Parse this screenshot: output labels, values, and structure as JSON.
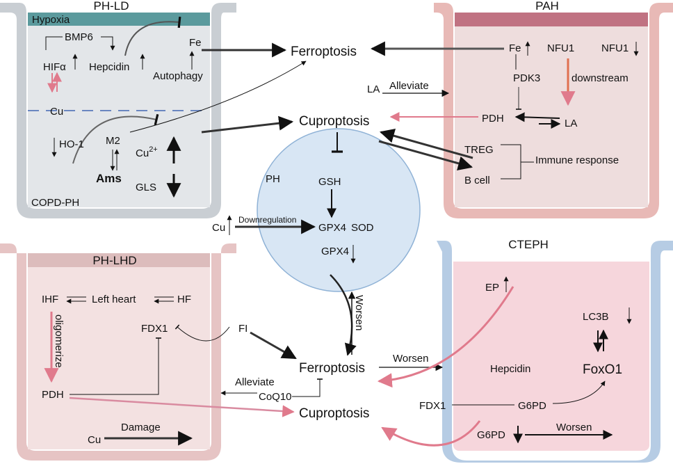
{
  "panels": {
    "ph_ld": {
      "title": "PH-LD",
      "band": "Hypoxia",
      "bmp6": "BMP6",
      "hifa": "HIFα",
      "hepcidin": "Hepcidin",
      "fe": "Fe",
      "autophagy": "Autophagy",
      "cu": "Cu",
      "ho1": "HO-1",
      "m2": "M2",
      "cu2": "Cu",
      "cu2_sup": "2+",
      "ams": "Ams",
      "gls": "GLS",
      "copd": "COPD-PH"
    },
    "pah": {
      "title": "PAH",
      "fe": "Fe",
      "nfu1a": "NFU1",
      "nfu1b": "NFU1",
      "pdk3": "PDK3",
      "downstream": "downstream",
      "pdh": "PDH",
      "la": "LA",
      "treg": "TREG",
      "bcell": "B cell",
      "immune": "Immune response"
    },
    "ph_lhd": {
      "title": "PH-LHD",
      "ihf": "IHF",
      "left_heart": "Left heart",
      "hf": "HF",
      "oligomerize": "oligomerize",
      "fdx1": "FDX1",
      "pdh": "PDH",
      "cu": "Cu",
      "damage": "Damage"
    },
    "cteph": {
      "title": "CTEPH",
      "ep": "EP",
      "lc3b": "LC3B",
      "hepcidin": "Hepcidin",
      "foxo1": "FoxO1",
      "fdx1": "FDX1",
      "g6pd1": "G6PD",
      "g6pd2": "G6PD",
      "worsen": "Worsen"
    }
  },
  "center": {
    "ferroptosis_top": "Ferroptosis",
    "cuproptosis_top": "Cuproptosis",
    "la": "LA",
    "alleviate_top": "Alleviate",
    "ph": "PH",
    "gsh": "GSH",
    "cu": "Cu",
    "downregulation": "Downregulation",
    "gpx4a": "GPX4",
    "sod": "SOD",
    "gpx4b": "GPX4",
    "fi": "FI",
    "ferroptosis_bottom": "Ferroptosis",
    "cuproptosis_bottom": "Cuproptosis",
    "alleviate_bottom": "Alleviate",
    "coq10": "CoQ10",
    "worsen_vertical": "Worsen",
    "worsen_right": "Worsen"
  },
  "colors": {
    "ph_ld_fill": "#e3e6e9",
    "ph_ld_wall": "#c9ced3",
    "hypoxia": "#5b9a9d",
    "pah_fill": "#eedddd",
    "pah_wall": "#e8b9b6",
    "pah_band": "#c07282",
    "lhd_fill": "#f3e1e1",
    "lhd_wall": "#e6c4c4",
    "lhd_band": "#dcbcbc",
    "cteph_fill": "#f6d6dc",
    "cteph_wall": "#b6cce4",
    "circle": "#d8e6f4",
    "pink": "#e07a8c"
  }
}
